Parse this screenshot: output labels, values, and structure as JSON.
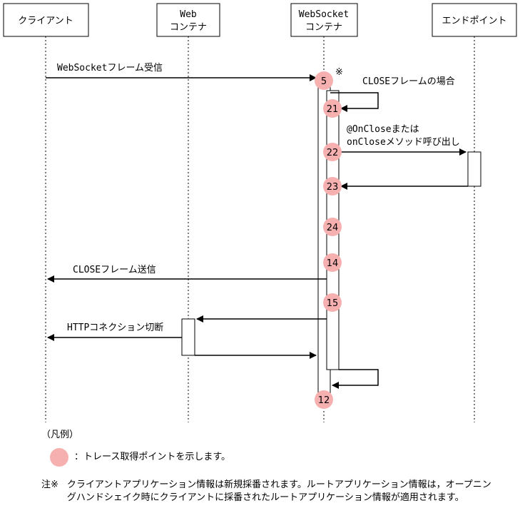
{
  "participants": {
    "client": "クライアント",
    "web_container_1": "Web",
    "web_container_2": "コンテナ",
    "ws_container_1": "WebSocket",
    "ws_container_2": "コンテナ",
    "endpoint": "エンドポイント"
  },
  "messages": {
    "frame_receive": "WebSocketフレーム受信",
    "close_frame_case": "CLOSEフレームの場合",
    "onclose_1": "@OnCloseまたは",
    "onclose_2": "onCloseメソッド呼び出し",
    "close_frame_send": "CLOSEフレーム送信",
    "http_disconnect": "HTTPコネクション切断",
    "asterisk": "※"
  },
  "trace_points": [
    "5",
    "21",
    "22",
    "23",
    "24",
    "14",
    "15",
    "12"
  ],
  "legend": {
    "title": "（凡例）",
    "trace_point": "：トレース取得ポイントを示します。"
  },
  "note": {
    "mark": "注※",
    "text": "クライアントアプリケーション情報は新規採番されます。ルートアプリケーション情報は，オープニングハンドシェイク時にクライアントに採番されたルートアプリケーション情報が適用されます。"
  },
  "colors": {
    "trace_point": "#f7b0b0",
    "line": "#000000"
  }
}
